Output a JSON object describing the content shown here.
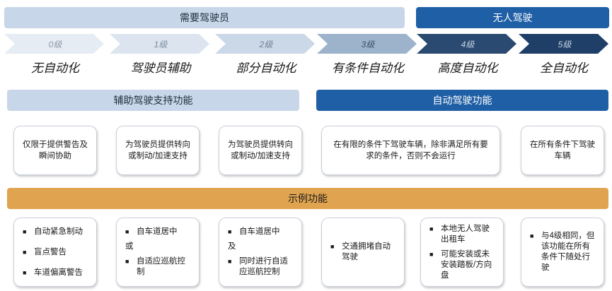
{
  "header": {
    "need_driver": "需要驾驶员",
    "no_driver": "无人驾驶"
  },
  "levels": [
    {
      "tag": "0级",
      "name": "无自动化"
    },
    {
      "tag": "1级",
      "name": "驾驶员辅助"
    },
    {
      "tag": "2级",
      "name": "部分自动化"
    },
    {
      "tag": "3级",
      "name": "有条件自动化"
    },
    {
      "tag": "4级",
      "name": "高度自动化"
    },
    {
      "tag": "5级",
      "name": "全自动化"
    }
  ],
  "functions": {
    "assist": "辅助驾驶支持功能",
    "auto": "自动驾驶功能"
  },
  "descriptions": [
    "仅限于提供警告及瞬间协助",
    "为驾驶员提供转向或制动/加速支持",
    "为驾驶员提供转向或制动/加速支持",
    "在有限的条件下驾驶车辆，除非满足所有要求的条件，否则不会运行",
    "在所有条件下驾驶车辆"
  ],
  "examples_title": "示例功能",
  "examples": {
    "l0": [
      "自动紧急制动",
      "盲点警告",
      "车道偏离警告"
    ],
    "l1": {
      "a": "自车道居中",
      "conj": "或",
      "b": "自适应巡航控制"
    },
    "l2": {
      "a": "自车道居中",
      "conj": "及",
      "b": "同时进行自适应巡航控制"
    },
    "l3": [
      "交通拥堵自动驾驶"
    ],
    "l4": [
      "本地无人驾驶出租车",
      "可能安装或未安装踏板/方向盘"
    ],
    "l5": [
      "与4级相同，但该功能在所有条件下随处行驶"
    ]
  },
  "bullet": "■",
  "colors": {
    "light_band": "#c7d6e9",
    "dark_band": "#1f5fa6",
    "orange_band": "#e0a450",
    "chevron_light": "#dbe4ef",
    "chevron_mid": "#9db3cc",
    "chevron_dark": "#1f3f68"
  }
}
